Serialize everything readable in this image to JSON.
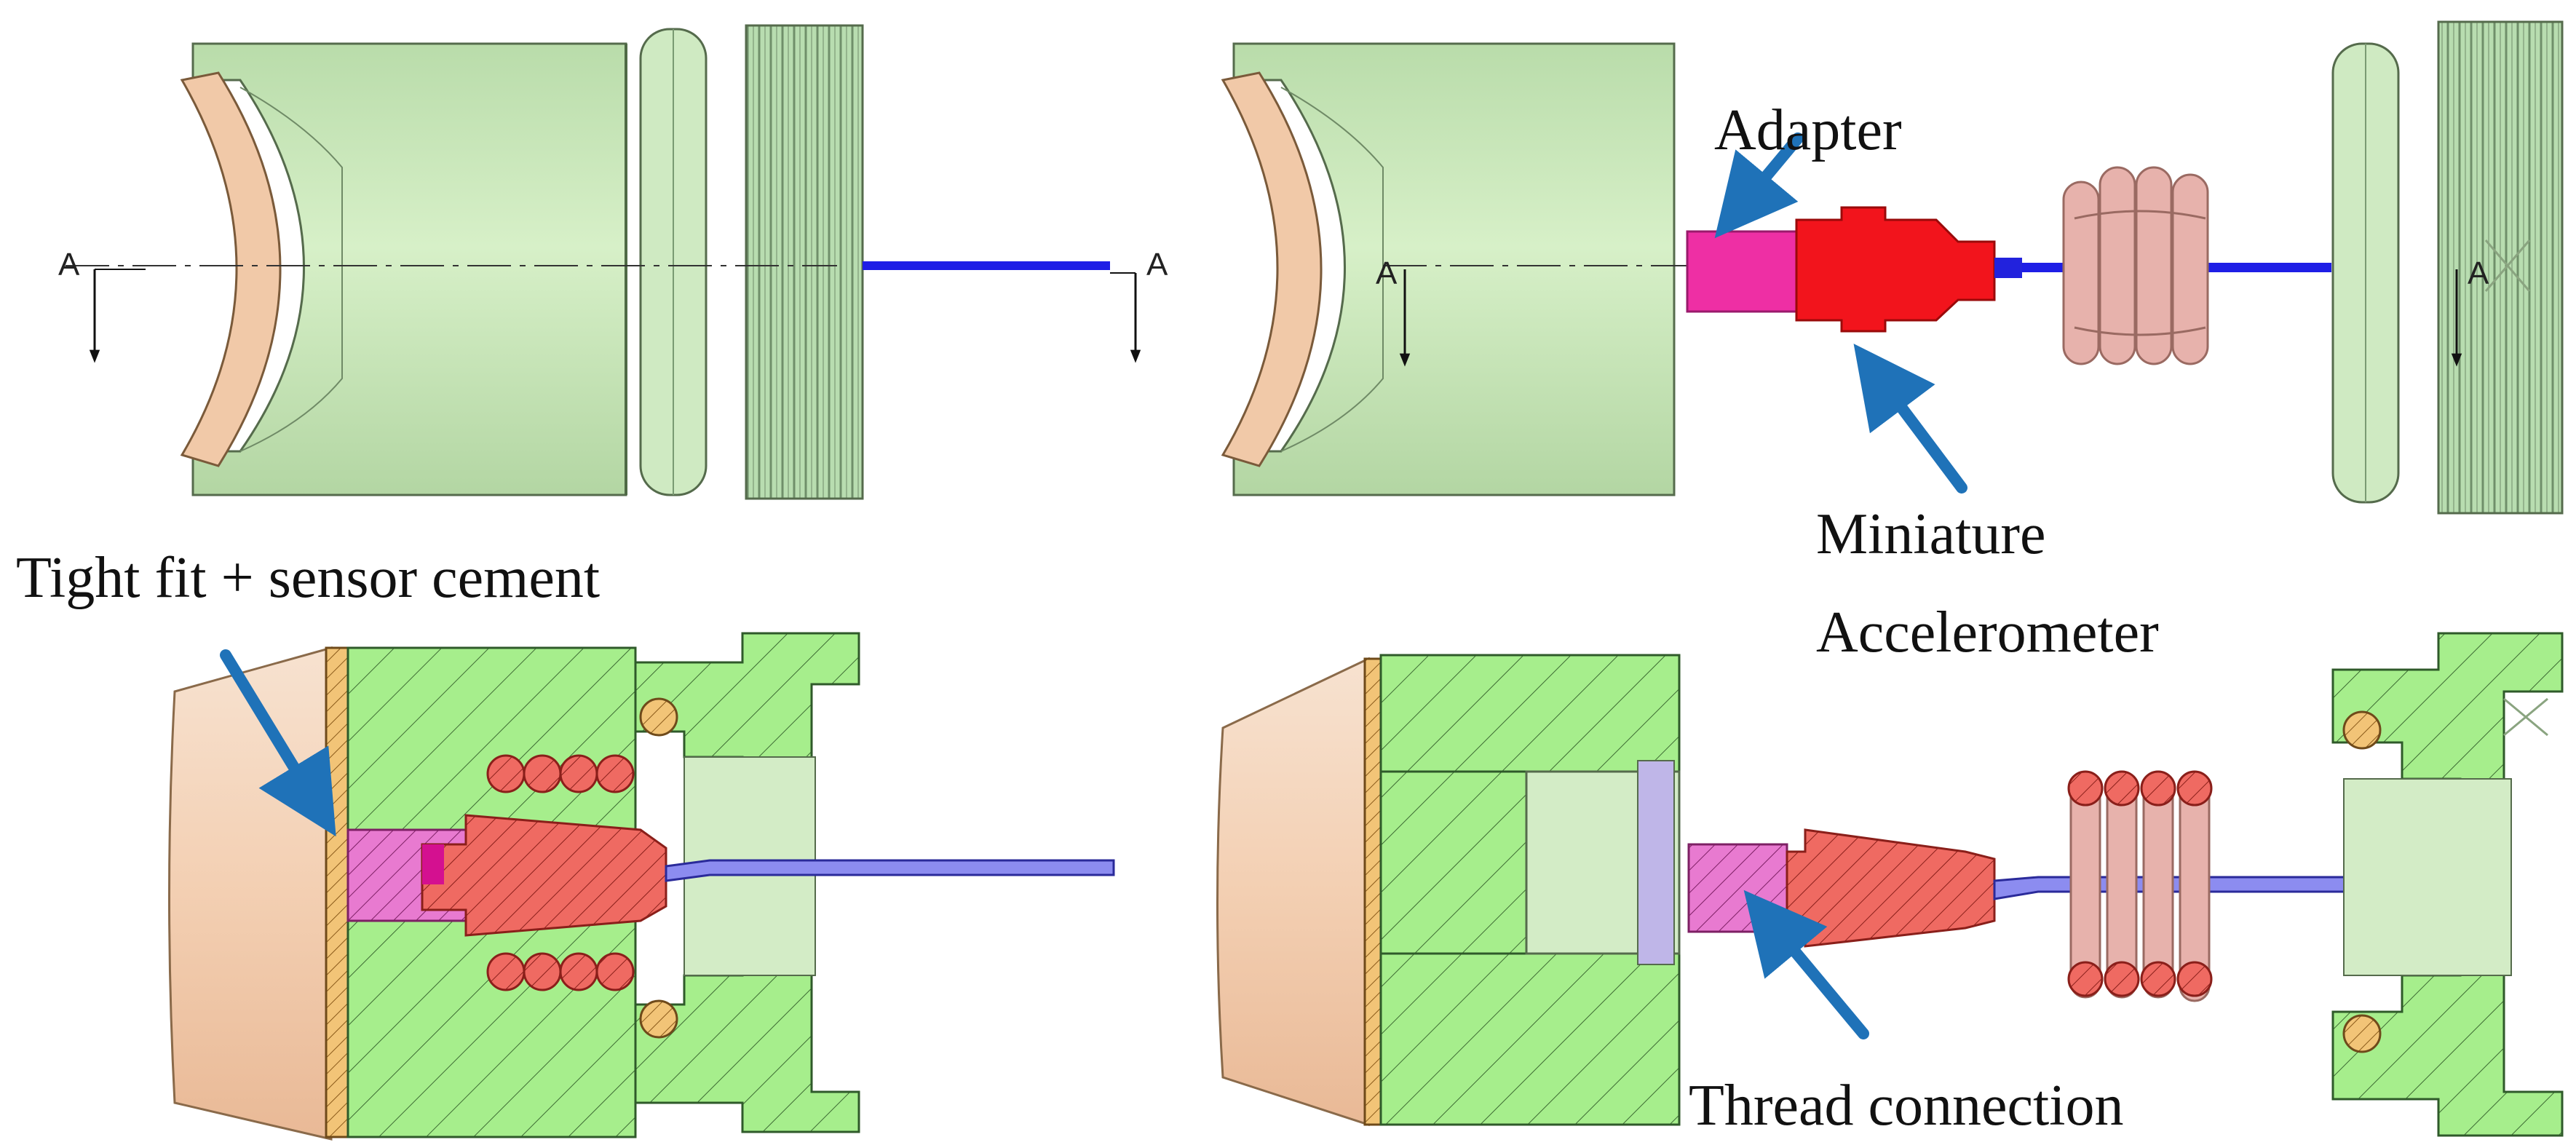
{
  "labels": {
    "adapter": "Adapter",
    "miniature": "Miniature",
    "accelerometer": "Accelerometer",
    "tight_fit": "Tight fit + sensor cement",
    "thread_connection": "Thread connection"
  },
  "section_marks": {
    "left_a1": "A",
    "left_a2": "A",
    "right_a1": "A",
    "right_a2": "A"
  },
  "colors": {
    "body_green": "#c8e8b8",
    "cut_green": "#a6ee8c",
    "ring_tan": "#f1c9a8",
    "adapter_pink": "#ee2fa4",
    "adapter_pink_section": "#e87ad0",
    "accel_red": "#f2141c",
    "accel_red_section": "#ef6a62",
    "spring_pink": "#e7b2ac",
    "spring_section": "#ef8070",
    "cable_blue": "#1e1ee6",
    "cable_section": "#8c8cf0",
    "arrow_blue": "#1f72b8",
    "weld_yellow": "#f2c477"
  }
}
